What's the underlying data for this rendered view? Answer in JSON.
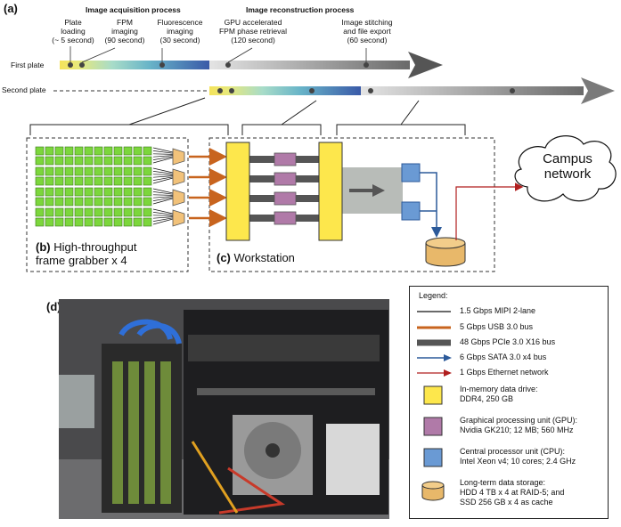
{
  "panel_labels": {
    "a": "(a)",
    "d": "(d)"
  },
  "timeline": {
    "acquisition_header": "Image acquisition process",
    "reconstruction_header": "Image reconstruction process",
    "steps": [
      {
        "line1": "Plate",
        "line2": "loading",
        "line3": "(~ 5 second)"
      },
      {
        "line1": "FPM",
        "line2": "imaging",
        "line3": "(90 second)"
      },
      {
        "line1": "Fluorescence",
        "line2": "imaging",
        "line3": "(30 second)"
      },
      {
        "line1": "GPU accelerated",
        "line2": "FPM phase retrieval",
        "line3": "(120 second)"
      },
      {
        "line1": "Image stitching",
        "line2": "and file export",
        "line3": "(60 second)"
      }
    ],
    "row1_label": "First plate",
    "row2_label": "Second plate"
  },
  "panel_b": {
    "label_bold": "(b)",
    "label_line1": "High-throughput",
    "label_line2": "frame grabber x 4"
  },
  "panel_c": {
    "label_bold": "(c)",
    "label_text": "Workstation"
  },
  "campus": {
    "line1": "Campus",
    "line2": "network"
  },
  "legend": {
    "title": "Legend:",
    "lines": [
      {
        "text": "1.5 Gbps MIPI 2-lane",
        "color": "#111111"
      },
      {
        "text": "5 Gbps USB 3.0 bus",
        "color": "#c8641e"
      },
      {
        "text": "48 Gbps PCIe 3.0 X16 bus",
        "color": "#555555"
      },
      {
        "text": "6 Gbps SATA 3.0 x4 bus",
        "color": "#2c5a9a"
      },
      {
        "text": "1 Gbps Ethernet network",
        "color": "#b01e1e"
      }
    ],
    "components": [
      {
        "line1": "In-memory data drive:",
        "line2": "DDR4, 250 GB",
        "color": "#fde74c"
      },
      {
        "line1": "Graphical processing unit (GPU):",
        "line2": "Nvidia GK210; 12 MB; 560 MHz",
        "color": "#b07aa8"
      },
      {
        "line1": "Central processor unit (CPU):",
        "line2": "Intel Xeon v4; 10 cores; 2.4 GHz",
        "color": "#6a9ad4"
      },
      {
        "line1": "Long-term data storage:",
        "line2": "HDD 4 TB x 4 at RAID-5; and",
        "line3": "SSD 256 GB x 4 as cache",
        "color": "#e8b86a"
      }
    ]
  }
}
